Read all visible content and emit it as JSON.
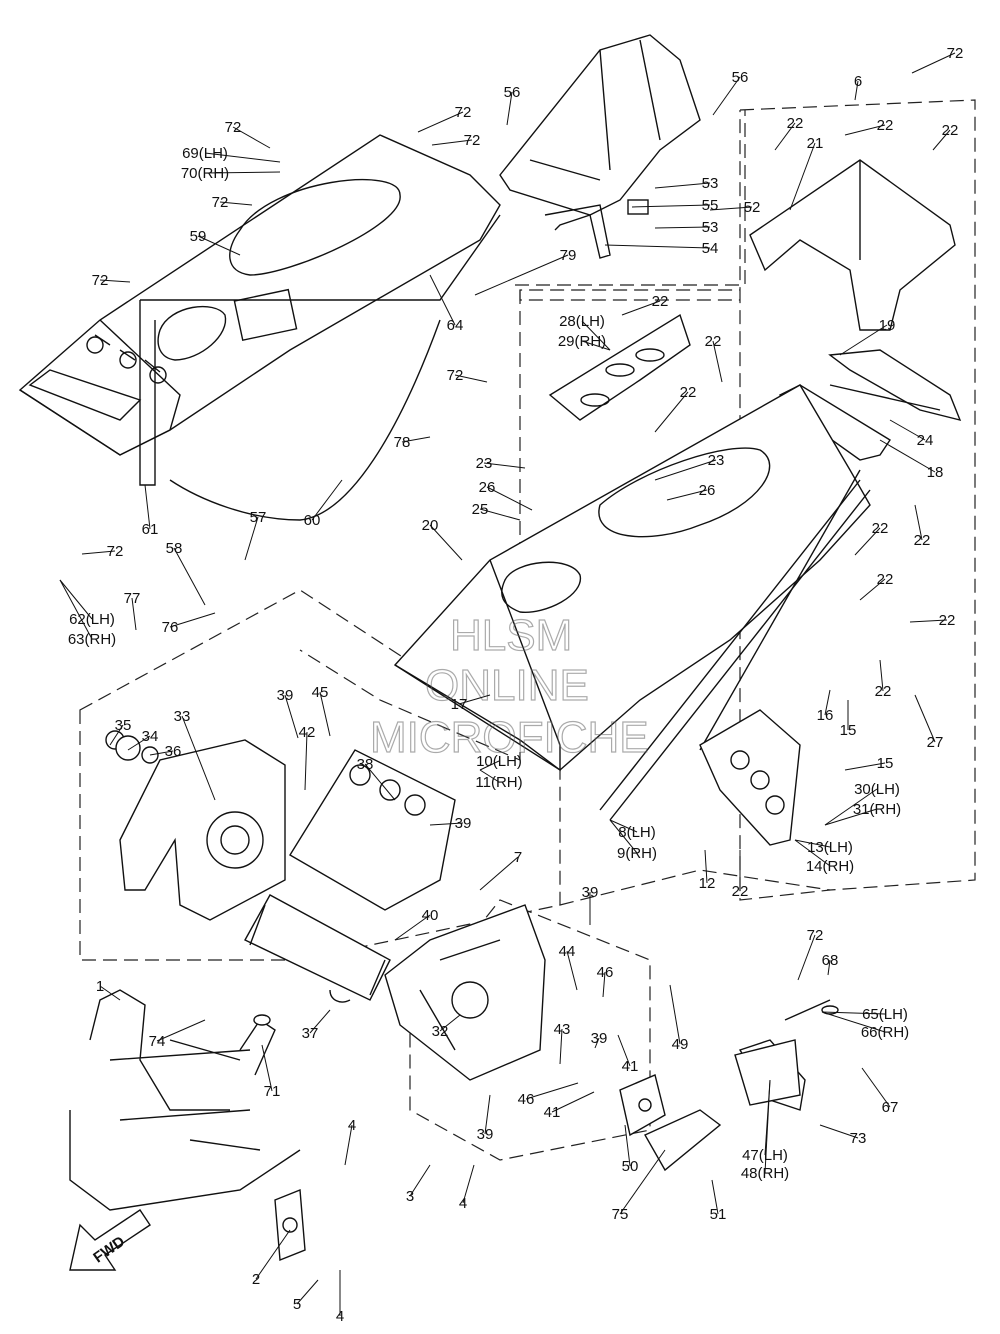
{
  "watermark": {
    "line1": "HLSM",
    "line2": "ONLINE",
    "line3": "MICROFICHE"
  },
  "fwd_arrow_label": "FWD",
  "callouts": [
    "72",
    "72",
    "72",
    "72",
    "72",
    "72",
    "72",
    "72",
    "72",
    "69(LH)",
    "70(RH)",
    "59",
    "64",
    "79",
    "56",
    "56",
    "53",
    "55",
    "53",
    "54",
    "52",
    "6",
    "22",
    "22",
    "22",
    "21",
    "28(LH)",
    "29(RH)",
    "22",
    "22",
    "22",
    "19",
    "24",
    "18",
    "78",
    "23",
    "26",
    "23",
    "26",
    "25",
    "60",
    "61",
    "62(LH)",
    "63(RH)",
    "57",
    "58",
    "77",
    "76",
    "20",
    "22",
    "22",
    "22",
    "22",
    "22",
    "17",
    "16",
    "15",
    "27",
    "10(LH)",
    "11(RH)",
    "15",
    "30(LH)",
    "31(RH)",
    "8(LH)",
    "9(RH)",
    "13(LH)",
    "14(RH)",
    "12",
    "22",
    "7",
    "35",
    "34",
    "33",
    "36",
    "39",
    "45",
    "42",
    "38",
    "39",
    "40",
    "39",
    "44",
    "46",
    "49",
    "43",
    "39",
    "41",
    "46",
    "41",
    "32",
    "37",
    "74",
    "1",
    "71",
    "4",
    "3",
    "4",
    "39",
    "50",
    "75",
    "51",
    "68",
    "65(LH)",
    "66(RH)",
    "67",
    "73",
    "47(LH)",
    "48(RH)",
    "2",
    "5",
    "4"
  ]
}
